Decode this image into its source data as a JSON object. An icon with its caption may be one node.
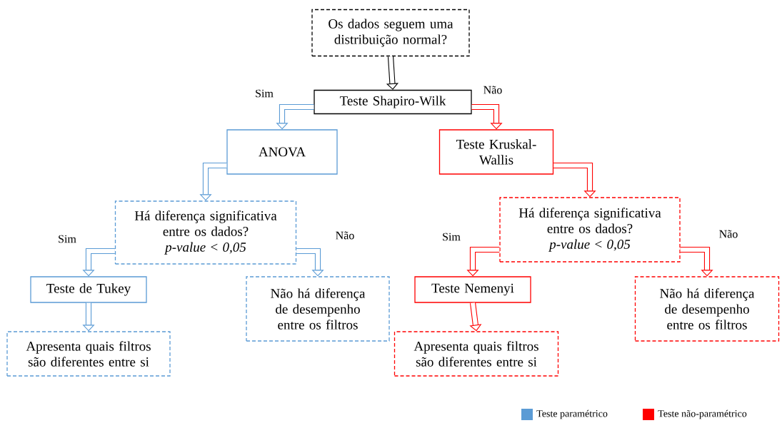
{
  "diagram": {
    "nodes": [
      {
        "text": [
          "Os dados seguem uma distribuição normal?"
        ]
      },
      {
        "text": [
          "Teste Shapiro-Wilk"
        ]
      },
      {
        "text": [
          "ANOVA"
        ]
      },
      {
        "text": [
          "Teste Kruskal-Wallis"
        ]
      },
      {
        "text": [
          "Há diferença significativa entre os dados?",
          "*p-value* < *0,05*"
        ]
      },
      {
        "text": [
          "Há diferença significativa entre os dados?",
          "*p-value* < *0,05*"
        ]
      },
      {
        "text": [
          "Teste de Tukey"
        ]
      },
      {
        "text": [
          "Não há diferença de desempenho entre os filtros"
        ]
      },
      {
        "text": [
          "Teste Nemenyi"
        ]
      },
      {
        "text": [
          "Não há diferença de desempenho entre os filtros"
        ]
      },
      {
        "text": [
          "Apresenta quais filtros são diferentes entre si"
        ]
      },
      {
        "text": [
          "Apresenta quais filtros são diferentes entre si"
        ]
      }
    ],
    "edges": [
      {
        "from": 0,
        "to": 1,
        "arrow": "to",
        "color": "#000000"
      },
      {
        "from": 1,
        "to": 2,
        "arrow": "to",
        "label": "Sim",
        "color": "#5b9bd5"
      },
      {
        "from": 1,
        "to": 3,
        "arrow": "to",
        "label": "Não",
        "color": "#ff0000"
      },
      {
        "from": 2,
        "to": 4,
        "arrow": "to",
        "color": "#5b9bd5"
      },
      {
        "from": 3,
        "to": 5,
        "arrow": "to",
        "color": "#ff0000"
      },
      {
        "from": 4,
        "to": 6,
        "arrow": "to",
        "label": "Sim",
        "color": "#5b9bd5"
      },
      {
        "from": 4,
        "to": 7,
        "arrow": "to",
        "label": "Não",
        "color": "#5b9bd5"
      },
      {
        "from": 5,
        "to": 8,
        "arrow": "to",
        "label": "Sim",
        "color": "#ff0000"
      },
      {
        "from": 5,
        "to": 9,
        "arrow": "to",
        "label": "Não",
        "color": "#ff0000"
      },
      {
        "from": 6,
        "to": 10,
        "arrow": "to",
        "color": "#5b9bd5"
      },
      {
        "from": 8,
        "to": 11,
        "arrow": "to",
        "color": "#ff0000"
      }
    ],
    "legend": [
      {
        "text": "Teste paramétrico",
        "color": "#5b9bd5"
      },
      {
        "text": "Teste não-paramétrico",
        "color": "#ff0000"
      }
    ]
  }
}
